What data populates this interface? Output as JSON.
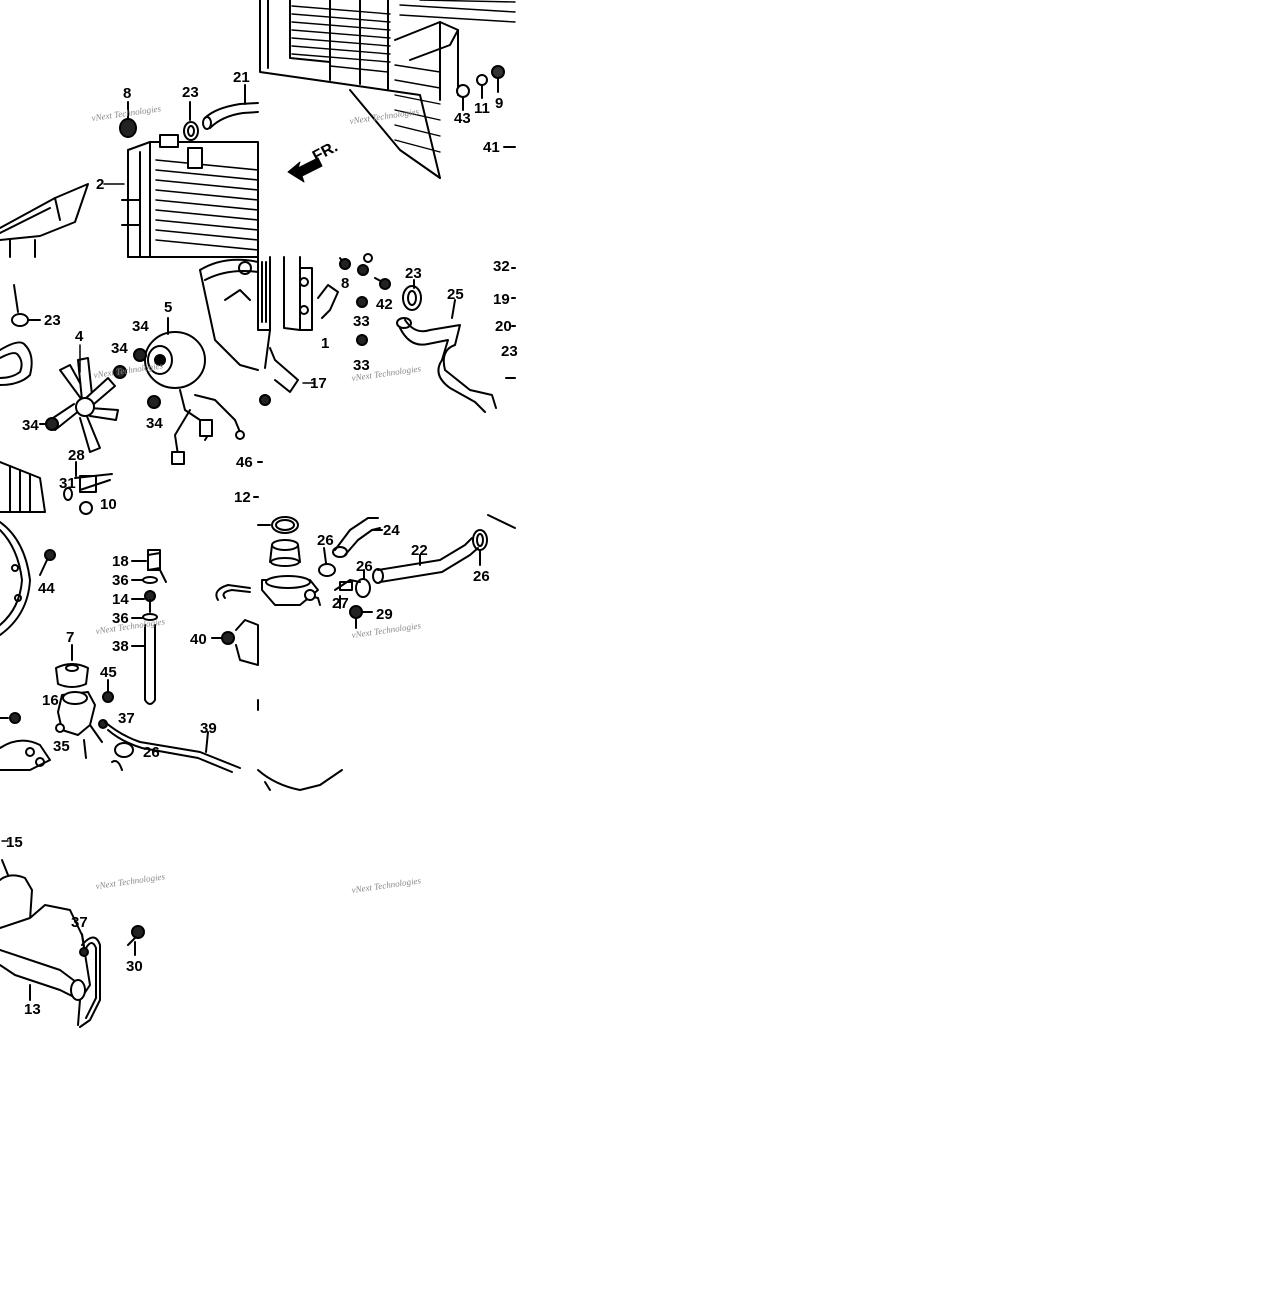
{
  "diagram": {
    "forward_marker": "FR.",
    "watermark": "vNext Technologies",
    "part_numbers": {
      "p1": "8",
      "p2": "23",
      "p3": "21",
      "p4": "2",
      "p5": "43",
      "p6": "11",
      "p7": "9",
      "p8": "41",
      "p9": "23",
      "p10": "4",
      "p11": "34",
      "p12": "34",
      "p13": "5",
      "p14": "34",
      "p15": "34",
      "p16": "28",
      "p17": "31",
      "p18": "10",
      "p19": "8",
      "p20": "42",
      "p21": "23",
      "p22": "25",
      "p23": "32",
      "p24": "19",
      "p25": "20",
      "p26": "23",
      "p27": "33",
      "p28": "33",
      "p29": "1",
      "p30": "17",
      "p31": "46",
      "p32": "12",
      "p33": "44",
      "p34": "18",
      "p35": "36",
      "p36": "14",
      "p37": "36",
      "p38": "38",
      "p39": "7",
      "p40": "45",
      "p41": "16",
      "p42": "37",
      "p43": "35",
      "p44": "26",
      "p45": "39",
      "p46": "40",
      "p47": "24",
      "p48": "26",
      "p49": "22",
      "p50": "26",
      "p51": "26",
      "p52": "27",
      "p53": "29",
      "p54": "15",
      "p55": "37",
      "p56": "30",
      "p57": "13"
    }
  }
}
